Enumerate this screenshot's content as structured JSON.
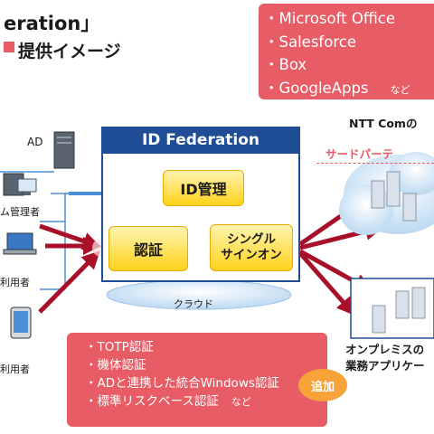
{
  "title": {
    "line1": "eration」",
    "line2": "提供イメージ"
  },
  "services": {
    "items": [
      "Microsoft Office",
      "Salesforce",
      "Box",
      "GoogleApps"
    ],
    "suffix": "など"
  },
  "ntt_label": "NTT Comの",
  "third_party_label": "サードパーテ",
  "left_labels": {
    "ad": "AD",
    "admin": "ム管理者",
    "user1": "利用者",
    "user2": "利用者"
  },
  "id_federation": {
    "header": "ID Federation",
    "id_management": "ID管理",
    "authentication": "認証",
    "sso": "シングル\nサインオン",
    "cloud_label": "クラウド"
  },
  "auth_methods": {
    "items": [
      "TOTP認証",
      "機体認証",
      "ADと連携した統合Windows認証",
      "標準リスクベース認証"
    ],
    "suffix": "など"
  },
  "addition_badge": "追加",
  "onprem": {
    "line1": "オンプレミスの",
    "line2": "業務アプリケー"
  },
  "colors": {
    "accent_red": "#e85c65",
    "navy": "#1f4d96",
    "yellow": "#ffd21a",
    "arrow_red": "#a8102a",
    "arrow_blue": "#4a8fd8",
    "badge_orange": "#f7a33a"
  }
}
